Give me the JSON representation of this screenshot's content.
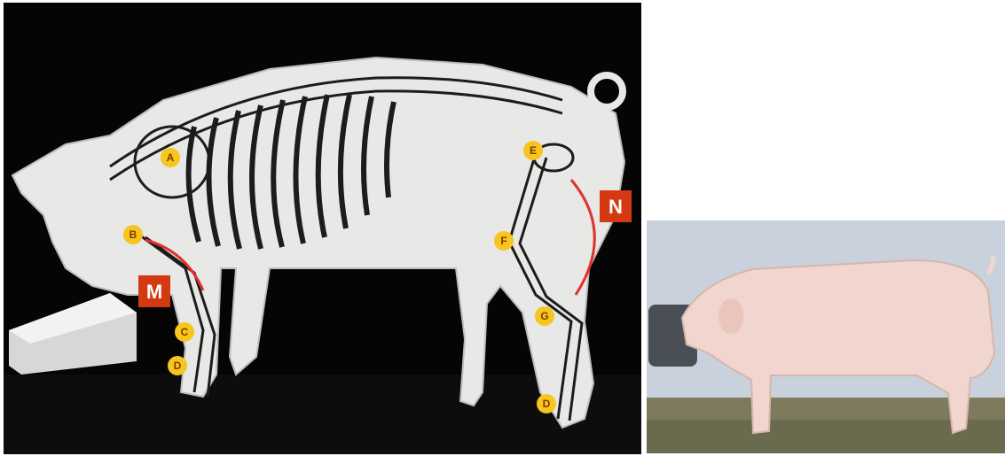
{
  "left_image": {
    "description_free": true,
    "markers": [
      "A",
      "B",
      "C",
      "D",
      "E",
      "F",
      "G",
      "D"
    ],
    "tags": [
      "M",
      "N"
    ],
    "colors": {
      "background": "#050505",
      "pig_body": "#e8e8e6",
      "bone_outline": "#1c1c1c",
      "marker_fill": "#f7c51e",
      "tag_fill": "#d33a12",
      "angle_arc": "#e0322a"
    }
  },
  "right_image": {
    "colors": {
      "backdrop": "#c9d2dc",
      "floor": "#7d7a5d",
      "pig_body": "#f0d6cf"
    }
  }
}
